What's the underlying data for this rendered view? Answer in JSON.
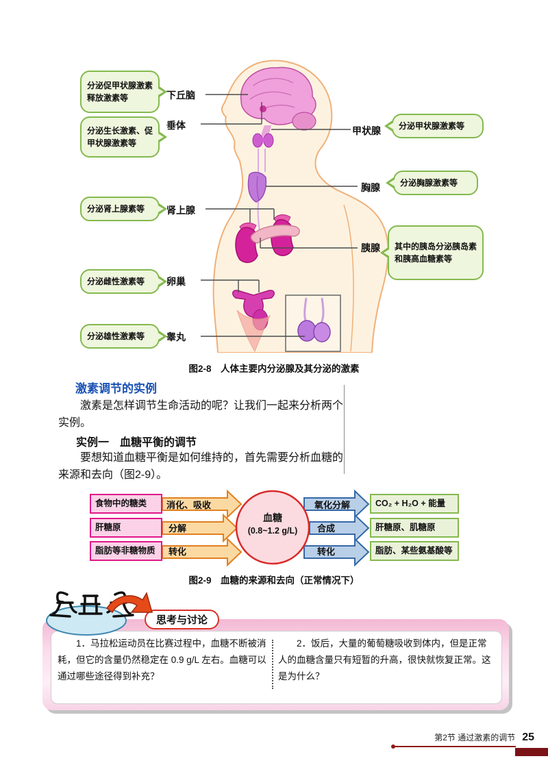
{
  "anatomy": {
    "caption": "图2-8　人体主要内分泌腺及其分泌的激素",
    "left_items": [
      {
        "bubble": "分泌促甲状腺激素释放激素等",
        "organ": "下丘脑"
      },
      {
        "bubble": "分泌生长激素、促甲状腺激素等",
        "organ": "垂体"
      },
      {
        "bubble": "分泌肾上腺素等",
        "organ": "肾上腺"
      },
      {
        "bubble": "分泌雌性激素等",
        "organ": "卵巢"
      },
      {
        "bubble": "分泌雄性激素等",
        "organ": "睾丸"
      }
    ],
    "right_items": [
      {
        "organ": "甲状腺",
        "bubble": "分泌甲状腺激素等"
      },
      {
        "organ": "胸腺",
        "bubble": "分泌胸腺激素等"
      },
      {
        "organ": "胰腺",
        "bubble": "其中的胰岛分泌胰岛素和胰高血糖素等"
      }
    ]
  },
  "section": {
    "heading": "激素调节的实例",
    "para1": "激素是怎样调节生命活动的呢？让我们一起来分析两个实例。",
    "example_title": "实例一　血糖平衡的调节",
    "para2": "要想知道血糖平衡是如何维持的，首先需要分析血糖的来源和去向（图2-9）。"
  },
  "flow": {
    "caption": "图2-9　血糖的来源和去向（正常情况下）",
    "center": {
      "line1": "血糖",
      "line2": "(0.8~1.2 g/L)"
    },
    "sources": [
      {
        "box": "食物中的糖类",
        "arrow": "消化、吸收"
      },
      {
        "box": "肝糖原",
        "arrow": "分解"
      },
      {
        "box": "脂肪等非糖物质",
        "arrow": "转化"
      }
    ],
    "outputs": [
      {
        "arrow": "氧化分解",
        "box": "CO₂ + H₂O + 能量"
      },
      {
        "arrow": "合成",
        "box": "肝糖原、肌糖原"
      },
      {
        "arrow": "转化",
        "box": "脂肪、某些氨基酸等"
      }
    ]
  },
  "discussion": {
    "title": "思考与讨论",
    "q1": "1．马拉松运动员在比赛过程中，血糖不断被消耗，但它的含量仍然稳定在 0.9 g/L 左右。血糖可以通过哪些途径得到补充？",
    "q2": "2．饭后，大量的葡萄糖吸收到体内，但是正常人的血糖含量只有短暂的升高，很快就恢复正常。这是为什么？"
  },
  "footer": {
    "section": "第2节 通过激素的调节",
    "page_number": "25"
  },
  "colors": {
    "bubble_green_border": "#84b94e",
    "bubble_green_fill": "#eef6dd",
    "heading_blue": "#1b52b5",
    "pink_box_border": "#e01888",
    "orange_arrow": "#e08020",
    "blue_arrow": "#3568a8",
    "blood_sugar_circle_border": "#d92b2b",
    "discussion_pink": "#f3b8d4",
    "footer_red": "#8c1a14"
  }
}
